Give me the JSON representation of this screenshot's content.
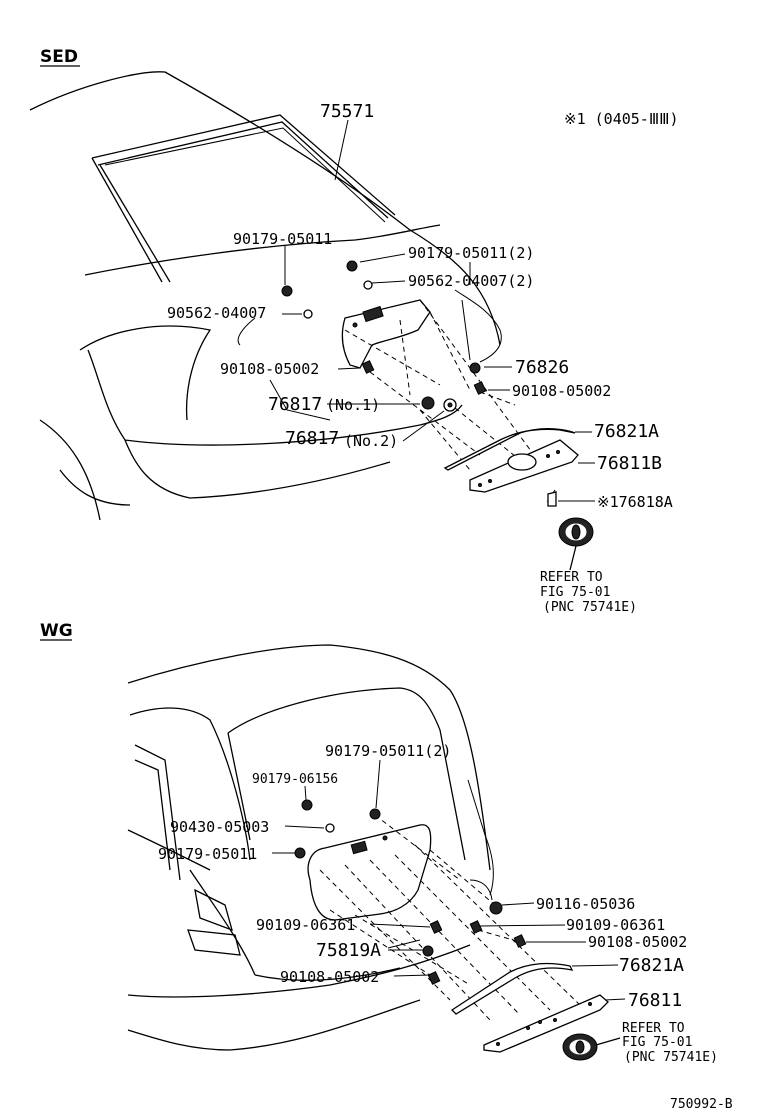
{
  "sections": {
    "sed_label": "SED",
    "wg_label": "WG"
  },
  "sed": {
    "note": "※1 (0405-ⅢⅢ)",
    "labels": {
      "p75571": "75571",
      "p90179_05011": "90179-05011",
      "p90179_05011_2": "90179-05011(2)",
      "p90562_04007_2": "90562-04007(2)",
      "p90562_04007": "90562-04007",
      "p90108_05002_left": "90108-05002",
      "p76826": "76826",
      "p90108_05002_right": "90108-05002",
      "p76817_no1": "76817",
      "p76817_no1_suffix": "(No.1)",
      "p76817_no2": "76817",
      "p76817_no2_suffix": "(No.2)",
      "p76821a": "76821A",
      "p76811b": "76811B",
      "p176818a": "※176818A"
    },
    "refer": {
      "line1": "REFER TO",
      "line2": "FIG 75-01",
      "line3": "(PNC 75741E)"
    }
  },
  "wg": {
    "labels": {
      "p90179_05011_2": "90179-05011(2)",
      "p90179_06156": "90179-06156",
      "p90430_05003": "90430-05003",
      "p90179_05011": "90179-05011",
      "p90116_05036": "90116-05036",
      "p90109_06361_left": "90109-06361",
      "p90109_06361_right": "90109-06361",
      "p75819a": "75819A",
      "p90108_05002_right": "90108-05002",
      "p90108_05002_left": "90108-05002",
      "p76821a": "76821A",
      "p76811": "76811"
    },
    "refer": {
      "line1": "REFER TO",
      "line2": "FIG 75-01",
      "line3": "(PNC 75741E)"
    }
  },
  "footer": {
    "code": "750992-B"
  }
}
